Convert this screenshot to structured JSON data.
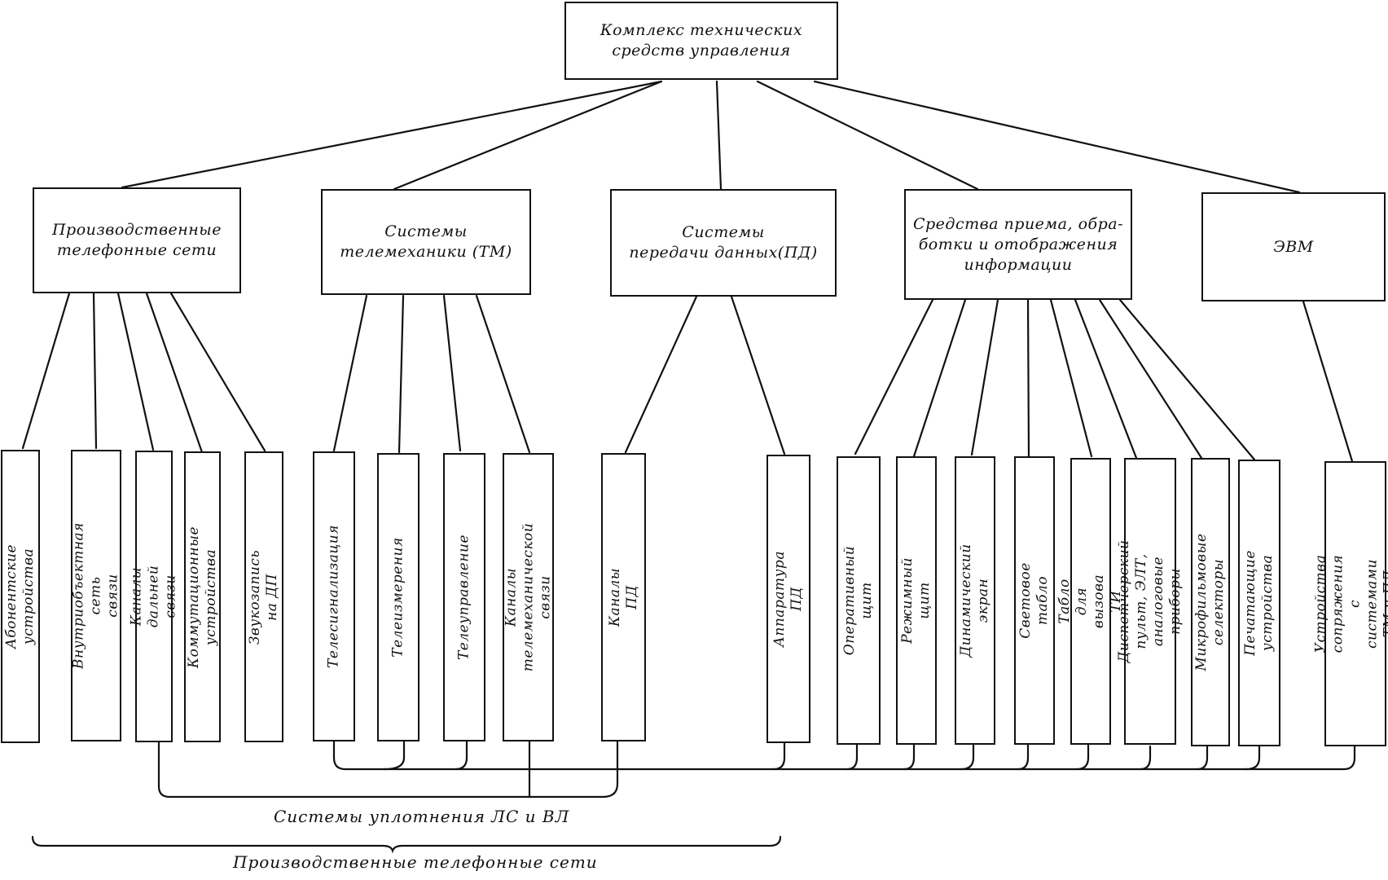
{
  "root": "Комплекс технических\nсредств управления",
  "categories": [
    {
      "key": "tel",
      "label": "Производственные\nтелефонные сети"
    },
    {
      "key": "tm",
      "label": "Системы\nтелемеханики (ТМ)"
    },
    {
      "key": "pd",
      "label": "Системы\nпередачи данных(ПД)"
    },
    {
      "key": "info",
      "label": "Средства приема, обра-\nботки и отображения\nинформации"
    },
    {
      "key": "evm",
      "label": "ЭВМ"
    }
  ],
  "leaves": {
    "l1": "Абонентские устройства",
    "l2": "Внутриобъектная сеть\nсвязи",
    "l3": "Каналы дальней связи",
    "l4": "Коммутационные устройства",
    "l5": "Звукозапись на ДП",
    "l6": "Телесигнализация",
    "l7": "Телеизмерения",
    "l8": "Телеуправление",
    "l9": "Каналы телемеханической\nсвязи",
    "l10": "Каналы ПД",
    "l11": "Аппаратура ПД",
    "l12": "Оперативный щит",
    "l13": "Режимный щит",
    "l14": "Динамический экран",
    "l15": "Световое табло",
    "l16": "Табло для вызова ТИ",
    "l17": "Диспетчерский пульт, ЭЛТ,\nаналоговые приборы",
    "l18": "Микрофильмовые селекторы",
    "l19": "Печатающие устройства",
    "l20": "Устройства сопряжения\nс системами ТМ и ПД"
  },
  "captions": {
    "channels": "Системы уплотнения ЛС и ВЛ",
    "networks": "Производственные телефонные сети"
  }
}
